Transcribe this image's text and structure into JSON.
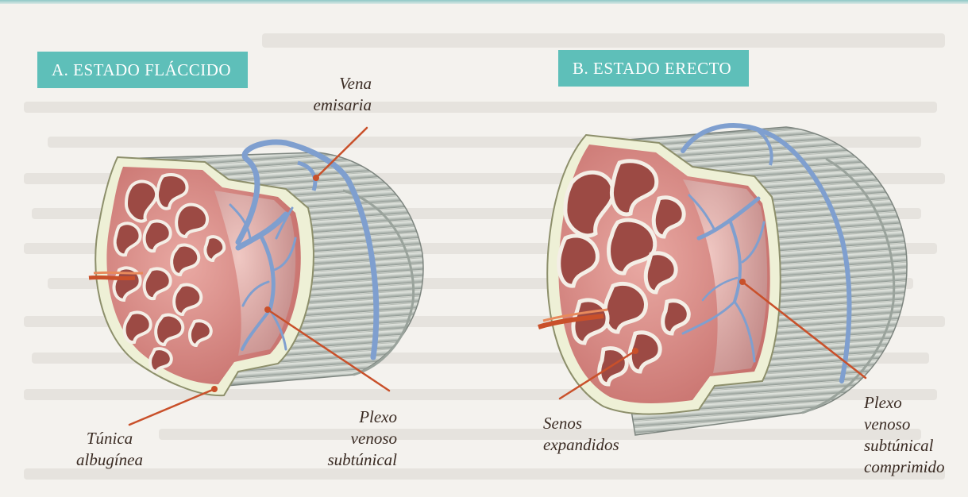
{
  "figure": {
    "panel_a": {
      "title": "A. ESTADO FLÁCCIDO",
      "labels": {
        "vena_emisaria": [
          "Vena",
          "emisaria"
        ],
        "tunica_albuginea": [
          "Túnica",
          "albugínea"
        ],
        "plexo_venoso": [
          "Plexo",
          "venoso",
          "subtúnical"
        ]
      }
    },
    "panel_b": {
      "title": "B. ESTADO ERECTO",
      "labels": {
        "senos_expandidos": [
          "Senos",
          "expandidos"
        ],
        "plexo_comprimido": [
          "Plexo",
          "venoso",
          "subtúnical",
          "comprimido"
        ]
      }
    }
  },
  "colors": {
    "title_background": "#5ebfb9",
    "leader_line": "#c9502a",
    "vein": "#7f9fcf",
    "sinus_tissue": "#d98a86",
    "sinus_cavity": "#9c4a44",
    "tunica": "#eef0d6",
    "shaft_skin": "#d7dcd6"
  }
}
